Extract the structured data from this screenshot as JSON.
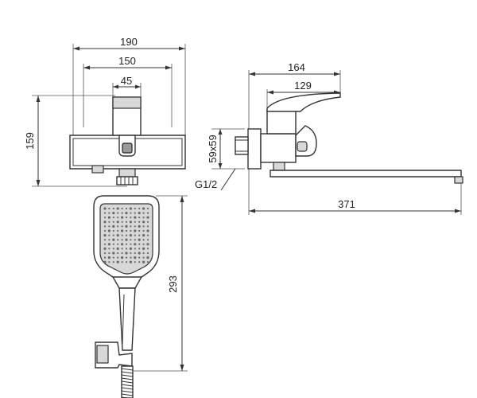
{
  "dimensions": {
    "front_width_outer": "190",
    "front_width_inner": "150",
    "front_width_top": "45",
    "front_height": "159",
    "side_length_top": "164",
    "side_length_handle": "129",
    "side_mount": "59x59",
    "side_thread": "G1/2",
    "spout_length": "371",
    "shower_height": "293"
  }
}
